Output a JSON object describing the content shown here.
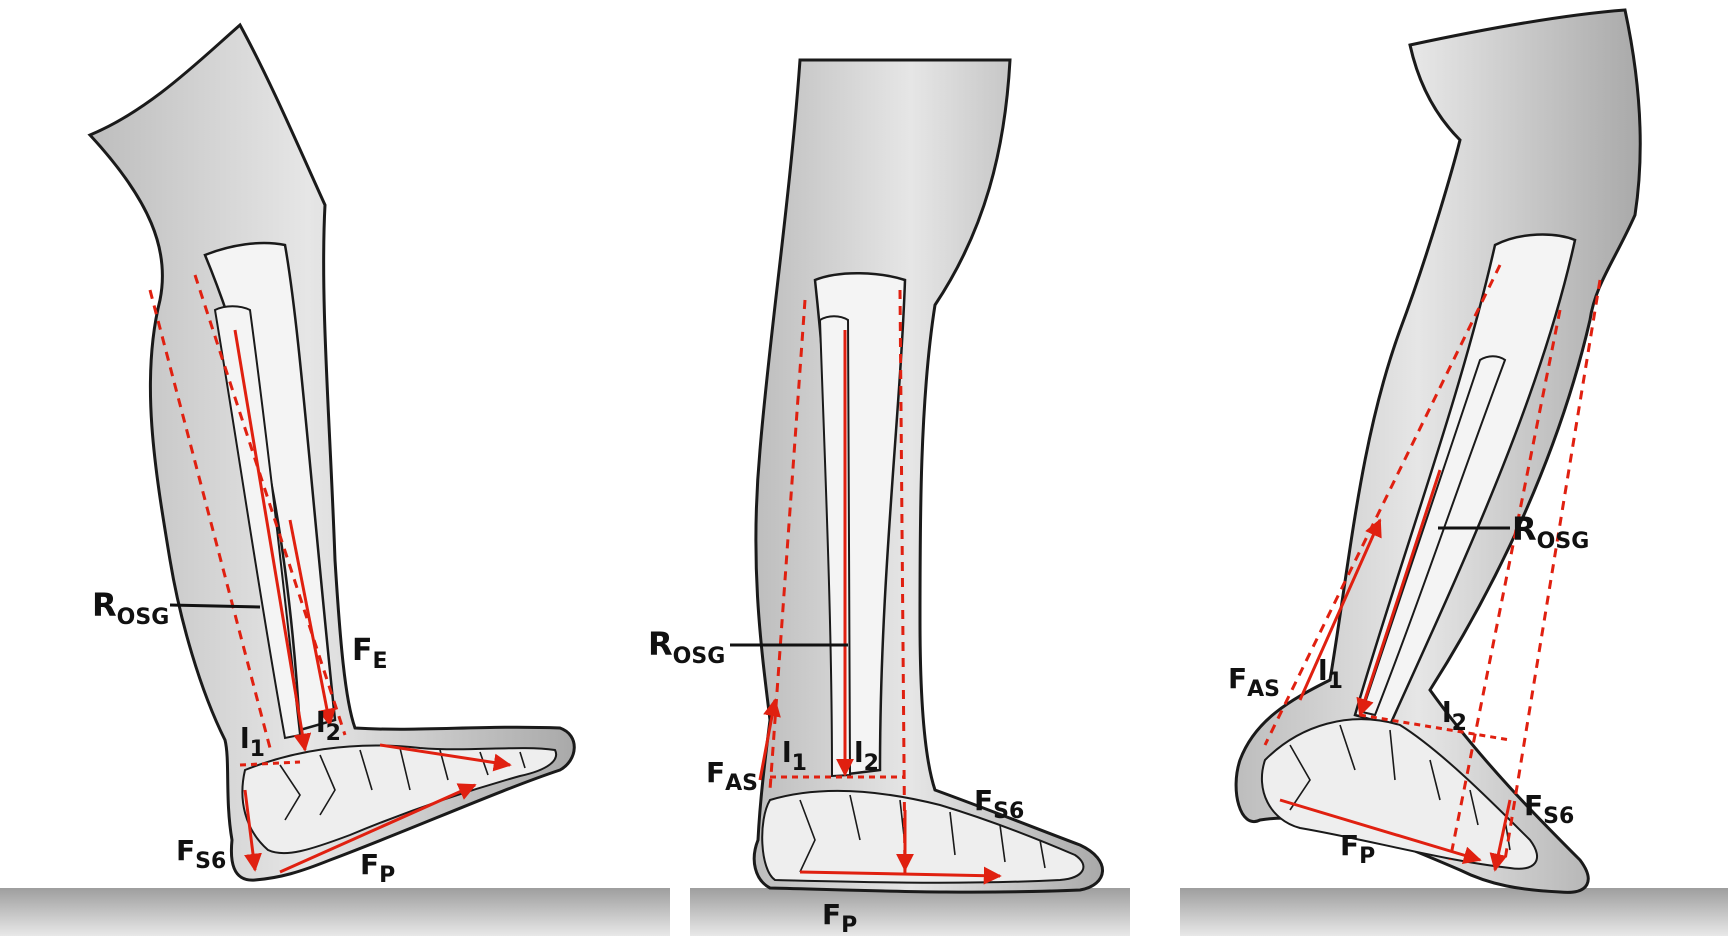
{
  "panels": [
    {
      "id": "heel-strike",
      "labels": {
        "rosg": {
          "main": "R",
          "sub": "OSG"
        },
        "fe": {
          "main": "F",
          "sub": "E"
        },
        "l1": {
          "main": "l",
          "sub": "1"
        },
        "l2": {
          "main": "l",
          "sub": "2"
        },
        "fs6": {
          "main": "F",
          "sub": "S6"
        },
        "fp": {
          "main": "F",
          "sub": "P"
        }
      }
    },
    {
      "id": "mid-stance",
      "labels": {
        "rosg": {
          "main": "R",
          "sub": "OSG"
        },
        "fas": {
          "main": "F",
          "sub": "AS"
        },
        "l1": {
          "main": "l",
          "sub": "1"
        },
        "l2": {
          "main": "l",
          "sub": "2"
        },
        "fs6": {
          "main": "F",
          "sub": "S6"
        },
        "fp": {
          "main": "F",
          "sub": "P"
        }
      }
    },
    {
      "id": "push-off",
      "labels": {
        "rosg": {
          "main": "R",
          "sub": "OSG"
        },
        "fas": {
          "main": "F",
          "sub": "AS"
        },
        "l1": {
          "main": "l",
          "sub": "1"
        },
        "l2": {
          "main": "l",
          "sub": "2"
        },
        "fs6": {
          "main": "F",
          "sub": "S6"
        },
        "fp": {
          "main": "F",
          "sub": "P"
        }
      }
    }
  ],
  "colors": {
    "force_lines": "#e02010",
    "outline": "#1a1a1a",
    "skin": "#d8d8d8",
    "bone": "#f4f4f4",
    "ground": "#b8b8b8"
  }
}
